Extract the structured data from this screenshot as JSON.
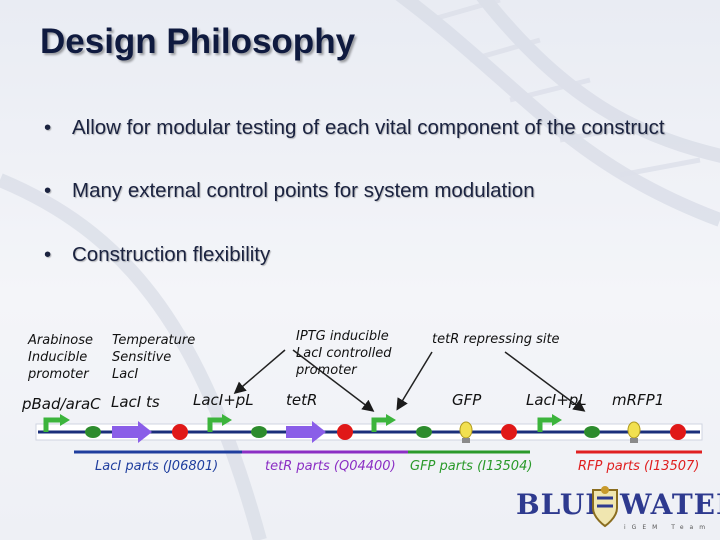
{
  "slide": {
    "title": "Design Philosophy",
    "bullet_glyph": "•",
    "bullets": [
      "Allow for modular testing of each vital component of the construct",
      "Many external control points for system modulation",
      "Construction flexibility"
    ]
  },
  "diagram": {
    "annotations": {
      "arabinose": [
        "Arabinose",
        "Inducible",
        "promoter"
      ],
      "temperature": [
        "Temperature",
        "Sensitive",
        "LacI"
      ],
      "iptg": [
        "IPTG inducible",
        "LacI controlled",
        "promoter"
      ],
      "tetr_site": "tetR repressing site"
    },
    "part_labels": [
      "pBad/araC",
      "LacI ts",
      "LacI+pL",
      "tetR",
      "GFP",
      "LacI+pL",
      "mRFP1"
    ],
    "groups": [
      {
        "label": "LacI parts (J06801)",
        "color": "#1f3e9e"
      },
      {
        "label": "tetR parts (Q04400)",
        "color": "#8b2fc4"
      },
      {
        "label": "GFP parts (I13504)",
        "color": "#2a9a2a"
      },
      {
        "label": "RFP parts (I13507)",
        "color": "#e02020"
      }
    ],
    "colors": {
      "promoter": "#3cb43c",
      "rbs": "#2d8c2d",
      "gene": "#8a5ee8",
      "terminator": "#e01818",
      "reporter": "#f2e050",
      "strand": "#1a2f7a"
    }
  },
  "logo": {
    "word_left": "BLUE",
    "word_right": "WATER",
    "subtitle": "iGEM Team",
    "crest_icon": "crest-icon"
  }
}
